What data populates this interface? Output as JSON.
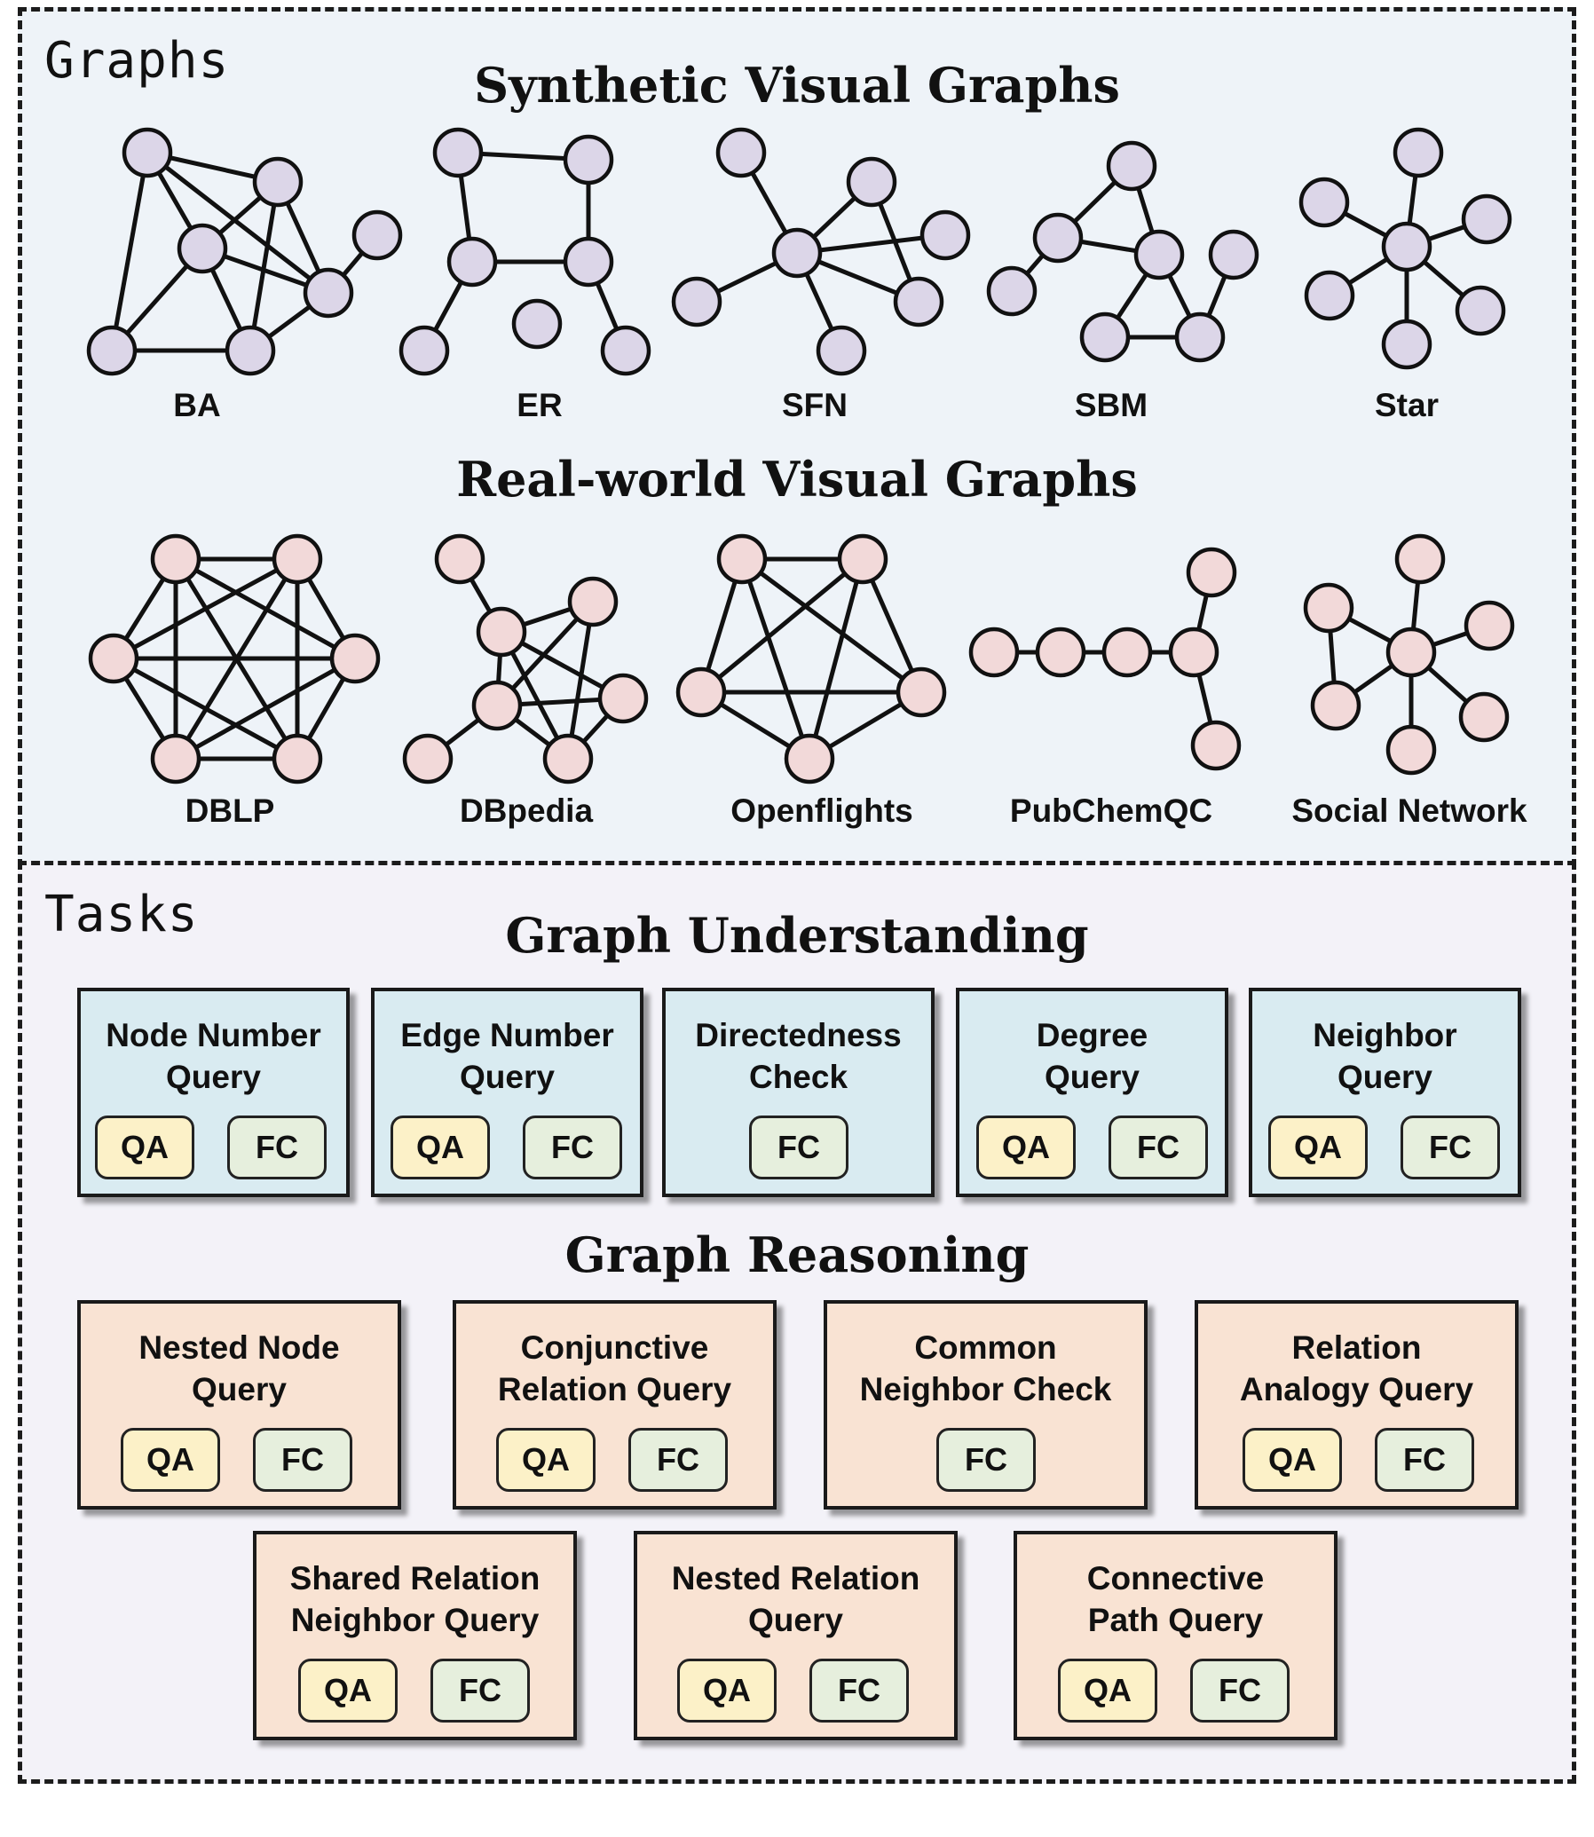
{
  "graphs": {
    "section_label": "Graphs",
    "synthetic_heading": "Synthetic Visual Graphs",
    "synthetic": [
      "BA",
      "ER",
      "SFN",
      "SBM",
      "Star"
    ],
    "real_heading": "Real-world Visual Graphs",
    "real": [
      "DBLP",
      "DBpedia",
      "Openflights",
      "PubChemQC",
      "Social Network"
    ]
  },
  "tasks": {
    "section_label": "Tasks",
    "understanding_heading": "Graph Understanding",
    "understanding": [
      {
        "title": "Node Number\nQuery",
        "badges": [
          "QA",
          "FC"
        ]
      },
      {
        "title": "Edge Number\nQuery",
        "badges": [
          "QA",
          "FC"
        ]
      },
      {
        "title": "Directedness\nCheck",
        "badges": [
          "FC"
        ]
      },
      {
        "title": "Degree\nQuery",
        "badges": [
          "QA",
          "FC"
        ]
      },
      {
        "title": "Neighbor\nQuery",
        "badges": [
          "QA",
          "FC"
        ]
      }
    ],
    "reasoning_heading": "Graph Reasoning",
    "reasoning": [
      {
        "title": "Nested Node\nQuery",
        "badges": [
          "QA",
          "FC"
        ]
      },
      {
        "title": "Conjunctive\nRelation Query",
        "badges": [
          "QA",
          "FC"
        ]
      },
      {
        "title": "Common\nNeighbor Check",
        "badges": [
          "FC"
        ]
      },
      {
        "title": "Relation\nAnalogy Query",
        "badges": [
          "QA",
          "FC"
        ]
      },
      {
        "title": "Shared Relation\nNeighbor Query",
        "badges": [
          "QA",
          "FC"
        ]
      },
      {
        "title": "Nested Relation\nQuery",
        "badges": [
          "QA",
          "FC"
        ]
      },
      {
        "title": "Connective\nPath Query",
        "badges": [
          "QA",
          "FC"
        ]
      }
    ]
  }
}
